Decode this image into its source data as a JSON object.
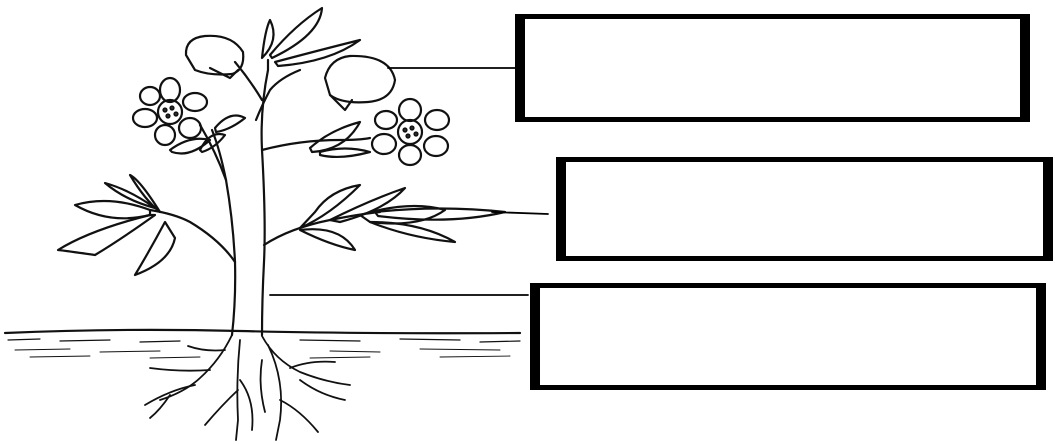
{
  "diagram": {
    "label_boxes": [
      {
        "id": "box-1",
        "text": ""
      },
      {
        "id": "box-2",
        "text": ""
      },
      {
        "id": "box-3",
        "text": ""
      }
    ],
    "colors": {
      "line": "#000000",
      "background": "#ffffff"
    }
  }
}
